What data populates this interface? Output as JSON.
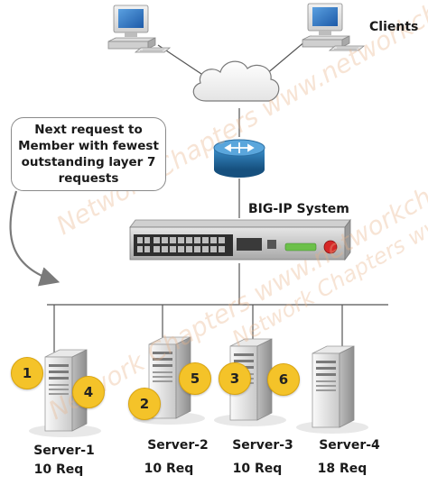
{
  "clients_label": "Clients",
  "bigip_label": "BIG-IP System",
  "callout_text": "Next request to Member with fewest outstanding layer 7 requests",
  "servers": [
    {
      "name": "Server-1",
      "requests": "10 Req",
      "badges": [
        "1",
        "4"
      ]
    },
    {
      "name": "Server-2",
      "requests": "10 Req",
      "badges": [
        "2",
        "5"
      ]
    },
    {
      "name": "Server-3",
      "requests": "10 Req",
      "badges": [
        "3",
        "6"
      ]
    },
    {
      "name": "Server-4",
      "requests": "18 Req",
      "badges": []
    }
  ],
  "watermark": "Network Chapters www.networkchapters.com",
  "colors": {
    "badge_fill": "#f4c329",
    "router_blue": "#1f6fa6",
    "led_green": "#6cc04a",
    "led_red": "#d62828"
  }
}
